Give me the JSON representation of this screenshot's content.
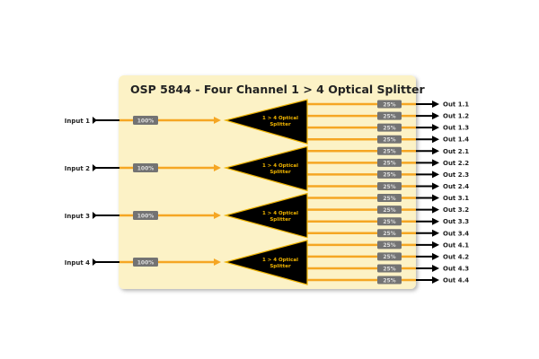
{
  "title": "OSP 5844 - Four Channel 1 > 4 Optical Splitter",
  "colors": {
    "panel": "#fcf2c6",
    "fiber": "#f5a623",
    "badge": "#737373",
    "splitter": "#000000",
    "splitter_border": "#f0b400"
  },
  "channels": [
    {
      "input": "Input 1",
      "input_level": "100%",
      "splitter_line1": "1 > 4 Optical",
      "splitter_line2": "Splitter",
      "outputs": [
        {
          "label": "Out 1.1",
          "level": "25%"
        },
        {
          "label": "Out 1.2",
          "level": "25%"
        },
        {
          "label": "Out 1.3",
          "level": "25%"
        },
        {
          "label": "Out 1.4",
          "level": "25%"
        }
      ]
    },
    {
      "input": "Input 2",
      "input_level": "100%",
      "splitter_line1": "1 > 4 Optical",
      "splitter_line2": "Splitter",
      "outputs": [
        {
          "label": "Out 2.1",
          "level": "25%"
        },
        {
          "label": "Out 2.2",
          "level": "25%"
        },
        {
          "label": "Out 2.3",
          "level": "25%"
        },
        {
          "label": "Out 2.4",
          "level": "25%"
        }
      ]
    },
    {
      "input": "Input 3",
      "input_level": "100%",
      "splitter_line1": "1 > 4 Optical",
      "splitter_line2": "Splitter",
      "outputs": [
        {
          "label": "Out 3.1",
          "level": "25%"
        },
        {
          "label": "Out 3.2",
          "level": "25%"
        },
        {
          "label": "Out 3.3",
          "level": "25%"
        },
        {
          "label": "Out 3.4",
          "level": "25%"
        }
      ]
    },
    {
      "input": "Input 4",
      "input_level": "100%",
      "splitter_line1": "1 > 4 Optical",
      "splitter_line2": "Splitter",
      "outputs": [
        {
          "label": "Out 4.1",
          "level": "25%"
        },
        {
          "label": "Out 4.2",
          "level": "25%"
        },
        {
          "label": "Out 4.3",
          "level": "25%"
        },
        {
          "label": "Out 4.4",
          "level": "25%"
        }
      ]
    }
  ]
}
